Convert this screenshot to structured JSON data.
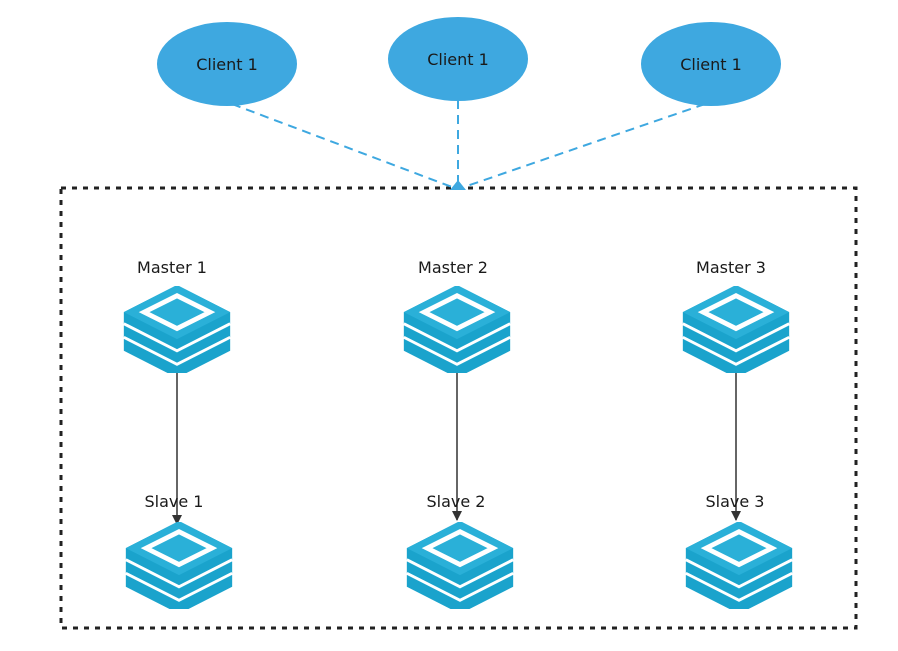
{
  "clients": [
    {
      "label": "Client 1"
    },
    {
      "label": "Client 1"
    },
    {
      "label": "Client 1"
    }
  ],
  "masters": [
    {
      "label": "Master 1"
    },
    {
      "label": "Master 2"
    },
    {
      "label": "Master 3"
    }
  ],
  "slaves": [
    {
      "label": "Slave 1"
    },
    {
      "label": "Slave 2"
    },
    {
      "label": "Slave 3"
    }
  ],
  "colors": {
    "client_fill": "#3ea8e0",
    "connector": "#3ea8e0",
    "stack_top": "#2ab0d8",
    "stack_side": "#1aa3cc",
    "stack_stripe": "#ffffff",
    "cluster_border": "#222222",
    "replication_arrow": "#333333"
  },
  "icons": {
    "server": "redis-server-stack-icon"
  }
}
